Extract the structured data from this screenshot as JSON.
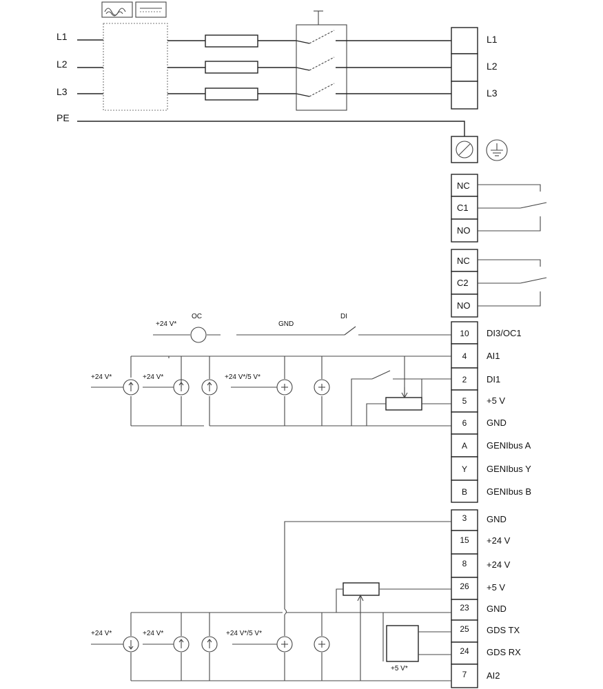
{
  "supply": {
    "l1": "L1",
    "l2": "L2",
    "l3": "L3",
    "pe": "PE"
  },
  "filter_icons": {
    "left": "sine-wave-icon",
    "right": "dc-symbol-icon"
  },
  "motor": {
    "l1": "L1",
    "l2": "L2",
    "l3": "L3"
  },
  "earth": {
    "clamp": "earth-clamp-icon",
    "symbol": "ground-symbol-icon"
  },
  "relay1": {
    "nc": "NC",
    "c": "C1",
    "no": "NO"
  },
  "relay2": {
    "nc": "NC",
    "c": "C2",
    "no": "NO"
  },
  "block1": {
    "terminals": [
      {
        "num": "10",
        "name": "DI3/OC1"
      },
      {
        "num": "4",
        "name": "AI1"
      },
      {
        "num": "2",
        "name": "DI1"
      },
      {
        "num": "5",
        "name": "+5 V"
      },
      {
        "num": "6",
        "name": "GND"
      },
      {
        "num": "A",
        "name": "GENIbus A"
      },
      {
        "num": "Y",
        "name": "GENIbus Y"
      },
      {
        "num": "B",
        "name": "GENIbus B"
      }
    ],
    "labels": {
      "v24_oc": "+24 V*",
      "oc": "OC",
      "gnd": "GND",
      "di": "DI",
      "v24_a": "+24 V*",
      "v24_b": "+24 V*",
      "v24_5": "+24 V*/5 V*"
    }
  },
  "block2": {
    "terminals": [
      {
        "num": "3",
        "name": "GND"
      },
      {
        "num": "15",
        "name": "+24 V"
      },
      {
        "num": "8",
        "name": "+24 V"
      },
      {
        "num": "26",
        "name": "+5 V"
      },
      {
        "num": "23",
        "name": "GND"
      },
      {
        "num": "25",
        "name": "GDS TX"
      },
      {
        "num": "24",
        "name": "GDS RX"
      },
      {
        "num": "7",
        "name": "AI2"
      }
    ],
    "labels": {
      "v24_a": "+24 V*",
      "v24_b": "+24 V*",
      "v24_5": "+24 V*/5 V*",
      "v5": "+5 V*"
    }
  }
}
